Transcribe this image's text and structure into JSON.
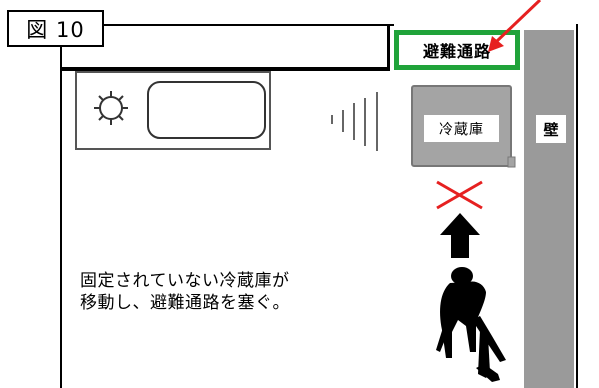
{
  "figure_label": "図 10",
  "exit_sign": {
    "label": "避難通路",
    "color": "#20a33a"
  },
  "wall": {
    "label": "壁",
    "color": "#9a9a9a"
  },
  "fridge": {
    "label": "冷蔵庫",
    "color": "#a4a4a4"
  },
  "caption": {
    "line1": "固定されていない冷蔵庫が",
    "line2": "移動し、避難通路を塞ぐ。"
  },
  "marks": {
    "cross_color": "#e62020",
    "pointer_arrow_color": "#e62020",
    "movement_arrow_color": "#000000",
    "icons": [
      "stove-burner-icon",
      "vibration-lines-icon",
      "cross-icon",
      "up-arrow-icon",
      "crawling-person-icon",
      "pointer-arrow-icon"
    ]
  }
}
